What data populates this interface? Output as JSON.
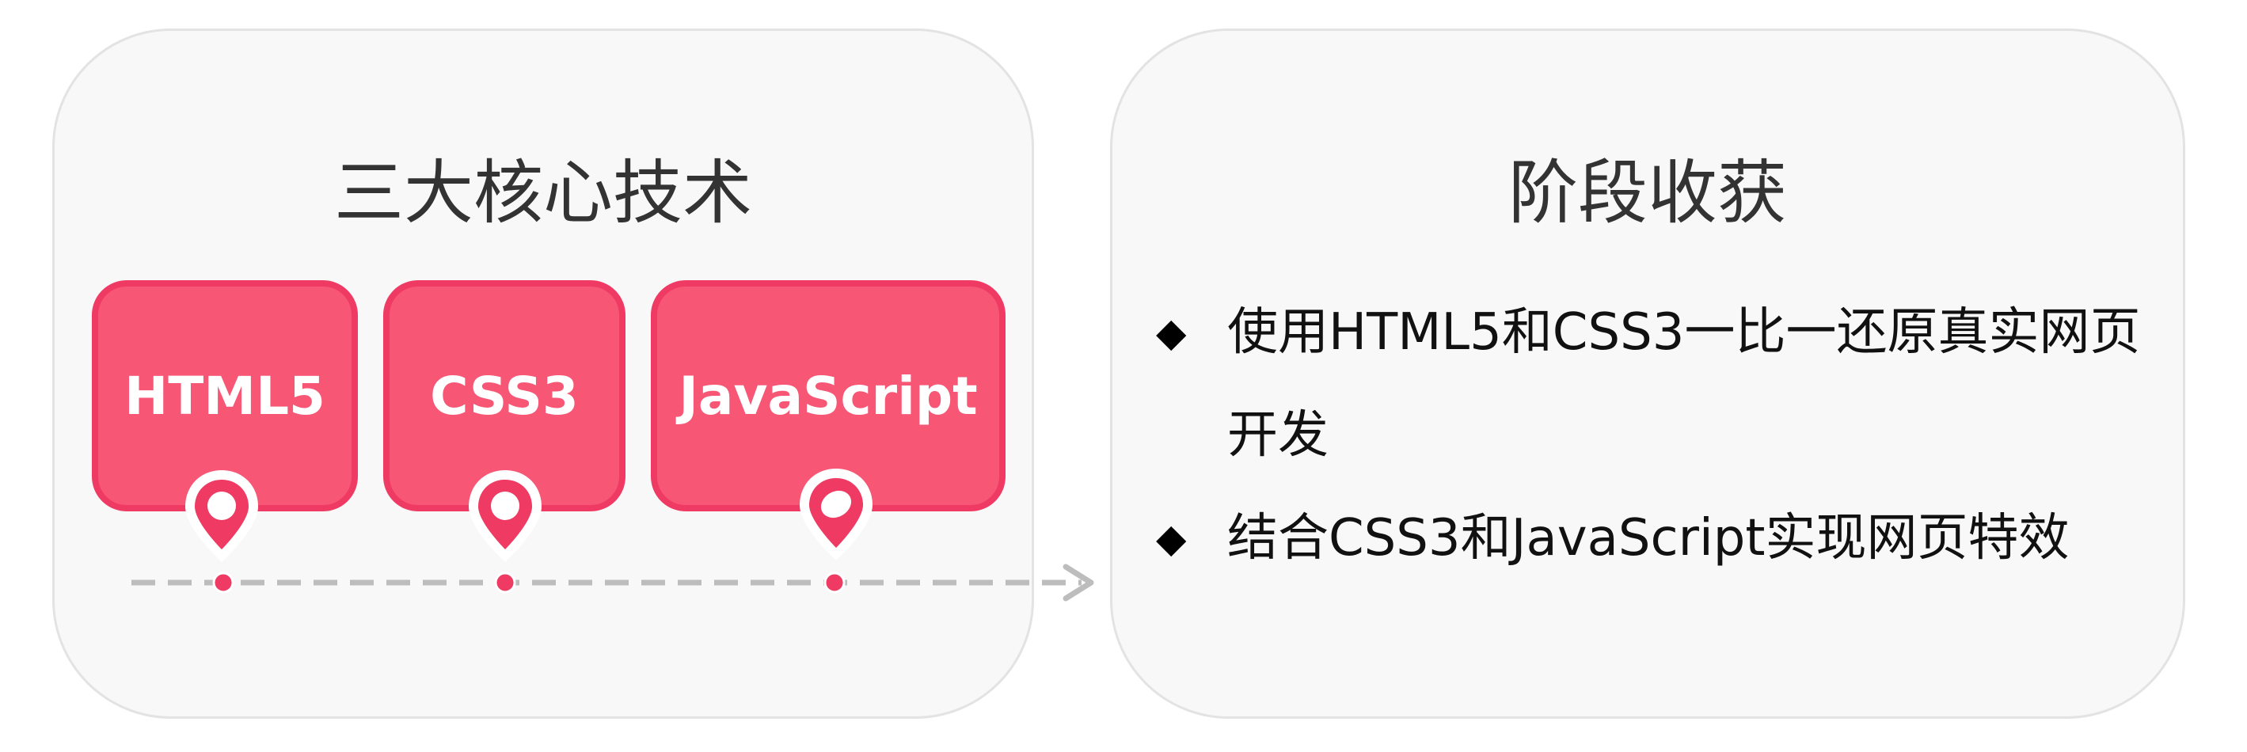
{
  "left_panel": {
    "title": "三大核心技术",
    "cards": [
      {
        "label": "HTML5"
      },
      {
        "label": "CSS3"
      },
      {
        "label": "JavaScript"
      }
    ]
  },
  "right_panel": {
    "title": "阶段收获",
    "bullets": [
      {
        "text": "使用HTML5和CSS3一比一还原真实网页开发"
      },
      {
        "text": "结合CSS3和JavaScript实现网页特效"
      }
    ]
  },
  "colors": {
    "card_fill": "#f75674",
    "card_border": "#ef3a63",
    "timeline": "#bdbdbd",
    "panel_bg": "#f8f8f8"
  },
  "icons": {
    "bullet": "diamond-bullet-icon",
    "pin": "map-pin-icon",
    "arrow": "arrow-right-icon"
  }
}
